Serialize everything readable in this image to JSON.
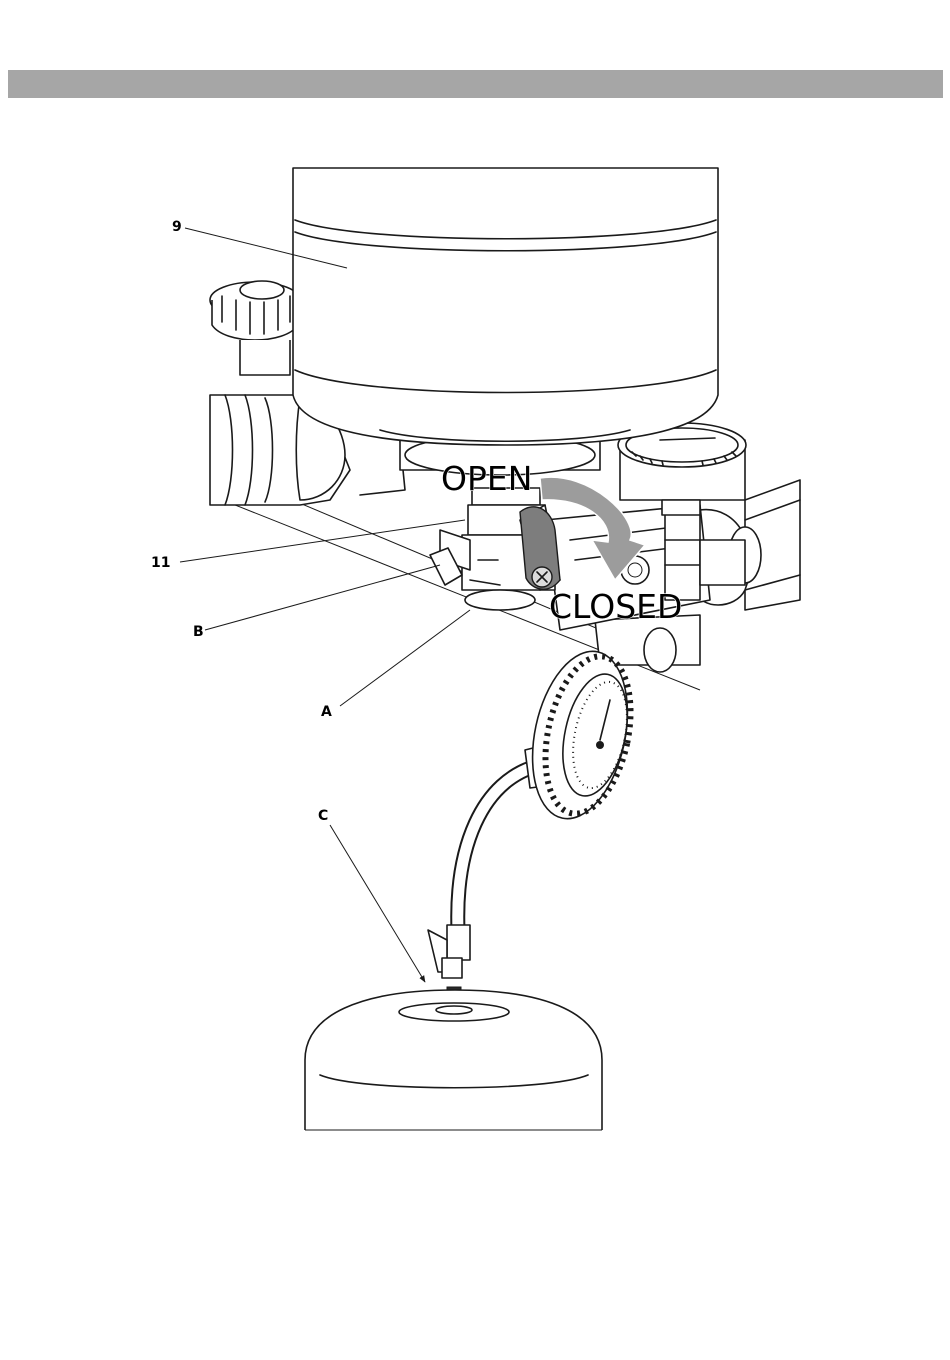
{
  "callouts": {
    "nine": "9",
    "eleven": "11",
    "b": "B",
    "a": "A",
    "c": "C"
  },
  "valve_labels": {
    "open": "OPEN",
    "closed": "CLOSED"
  },
  "colors": {
    "header_bar": "#a6a6a6",
    "arrow": "#9c9c9c",
    "line": "#1a1a1a"
  },
  "icons": {
    "rotation_arrow": "curved-arrow-open-to-closed",
    "pressure_gauge": "pressure-gauge-icon"
  }
}
